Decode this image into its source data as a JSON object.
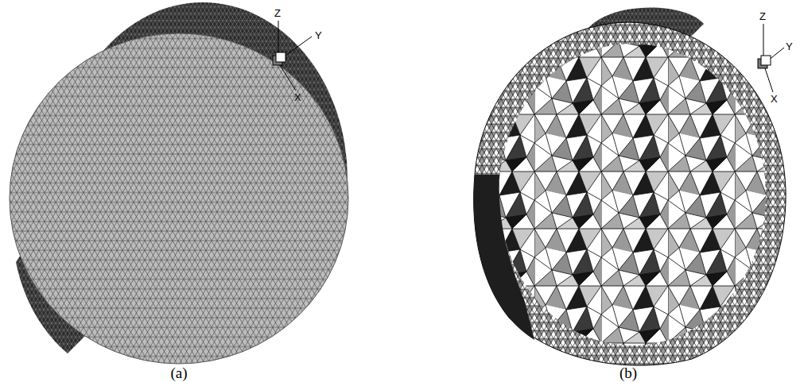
{
  "diagram": {
    "labels": [
      "Z",
      "Y",
      "X",
      "(a)",
      "Z",
      "Y",
      "X",
      "(b)"
    ]
  }
}
